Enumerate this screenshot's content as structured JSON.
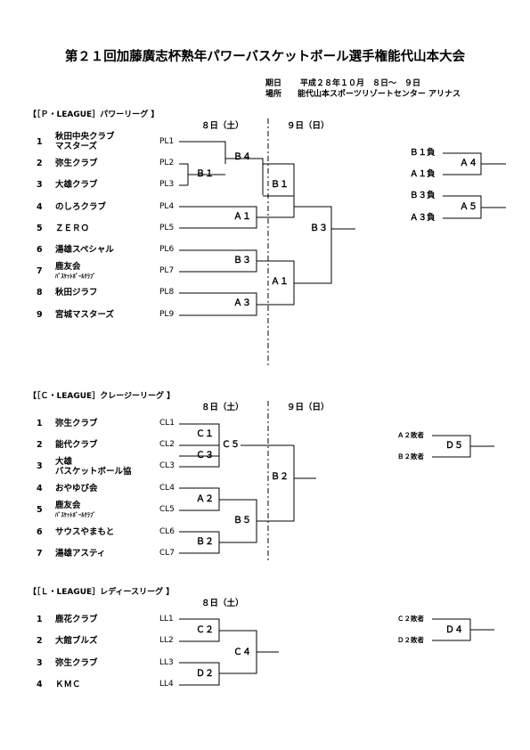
{
  "title": "第２１回加藤廣志杯熟年パワーバスケットボール選手権能代山本大会",
  "info": {
    "date_label": "期日",
    "date_value": "平成２８年１０月　８日～　９日",
    "venue_label": "場所",
    "venue_value": "能代山本スポーツリゾートセンター アリナス"
  },
  "p_league": {
    "heading": "【［Ｐ・LEAGUE］パワーリーグ 】",
    "day1": "８日（土）",
    "day2": "９日（日）",
    "teams": [
      {
        "num": "1",
        "name": "秋田中央クラブ",
        "name2": "マスターズ",
        "code": "PL1"
      },
      {
        "num": "2",
        "name": "弥生クラブ",
        "code": "PL2"
      },
      {
        "num": "3",
        "name": "大雄クラブ",
        "code": "PL3"
      },
      {
        "num": "4",
        "name": "のしろクラブ",
        "code": "PL4"
      },
      {
        "num": "5",
        "name": "ＺＥＲＯ",
        "code": "PL5"
      },
      {
        "num": "6",
        "name": "湯雄スペシャル",
        "code": "PL6"
      },
      {
        "num": "7",
        "name": "鹿友会",
        "name2": "ﾊﾞｽｹｯﾄﾎﾞｰﾙｸﾗﾌﾞ",
        "code": "PL7"
      },
      {
        "num": "8",
        "name": "秋田ジラフ",
        "code": "PL8"
      },
      {
        "num": "9",
        "name": "宮城マスターズ",
        "code": "PL9"
      }
    ],
    "matches": {
      "b1": "Ｂ１",
      "b4": "Ｂ４",
      "a1": "Ａ１",
      "b3a": "Ｂ３",
      "a3": "Ａ３",
      "b1b": "Ｂ１",
      "a1b": "Ａ１",
      "b3": "Ｂ３"
    },
    "side": [
      {
        "top": "Ｂ１負",
        "bottom": "Ａ１負",
        "match": "Ａ４"
      },
      {
        "top": "Ｂ３負",
        "bottom": "Ａ３負",
        "match": "Ａ５"
      }
    ]
  },
  "c_league": {
    "heading": "【［Ｃ・LEAGUE］クレージーリーグ 】",
    "day1": "８日（土）",
    "day2": "９日（日）",
    "teams": [
      {
        "num": "1",
        "name": "弥生クラブ",
        "code": "CL1"
      },
      {
        "num": "2",
        "name": "能代クラブ",
        "code": "CL2"
      },
      {
        "num": "3",
        "name": "大雄",
        "name2": "バスケットボール協",
        "code": "CL3"
      },
      {
        "num": "4",
        "name": "おやゆび会",
        "code": "CL4"
      },
      {
        "num": "5",
        "name": "鹿友会",
        "name2": "ﾊﾞｽｹｯﾄﾎﾞｰﾙｸﾗﾌﾞ",
        "code": "CL5"
      },
      {
        "num": "6",
        "name": "サウスやまもと",
        "code": "CL6"
      },
      {
        "num": "7",
        "name": "湯雄アスティ",
        "code": "CL7"
      }
    ],
    "matches": {
      "c1": "Ｃ１",
      "c3": "Ｃ３",
      "c5": "Ｃ５",
      "a2": "Ａ２",
      "b2a": "Ｂ２",
      "b5": "Ｂ５",
      "b2": "Ｂ２"
    },
    "side": {
      "top": "Ａ２敗者",
      "bottom": "Ｂ２敗者",
      "match": "Ｄ５"
    }
  },
  "l_league": {
    "heading": "【［Ｌ・LEAGUE］レディースリーグ 】",
    "day1": "８日（土）",
    "teams": [
      {
        "num": "1",
        "name": "鹿花クラブ",
        "code": "LL1"
      },
      {
        "num": "2",
        "name": "大館ブルズ",
        "code": "LL2"
      },
      {
        "num": "3",
        "name": "弥生クラブ",
        "code": "LL3"
      },
      {
        "num": "4",
        "name": "ＫＭＣ",
        "code": "LL4"
      }
    ],
    "matches": {
      "c2": "Ｃ２",
      "d2": "Ｄ２",
      "c4": "Ｃ４"
    },
    "side": {
      "top": "Ｃ２敗者",
      "bottom": "Ｄ２敗者",
      "match": "Ｄ４"
    }
  }
}
